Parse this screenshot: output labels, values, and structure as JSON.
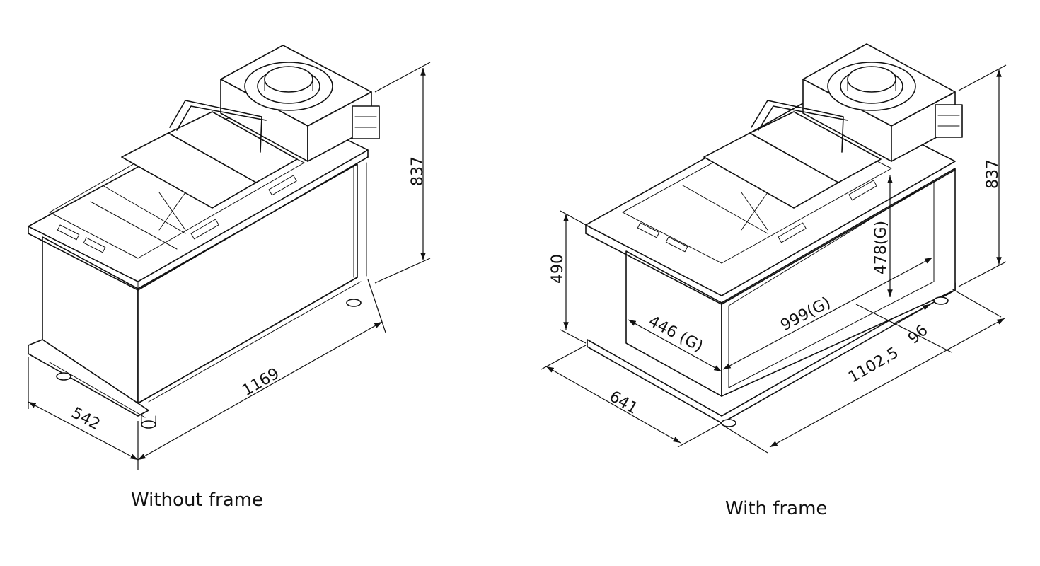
{
  "diagrams": [
    {
      "caption": "Without frame",
      "dimensions": {
        "height": "837",
        "depth": "542",
        "width": "1169"
      }
    },
    {
      "caption": "With frame",
      "dimensions": {
        "height": "837",
        "front_height": "490",
        "inner_height": "478(G)",
        "inner_width": "999(G)",
        "inner_depth": "446 (G)",
        "side": "96",
        "depth": "641",
        "width": "1102,5"
      }
    }
  ]
}
